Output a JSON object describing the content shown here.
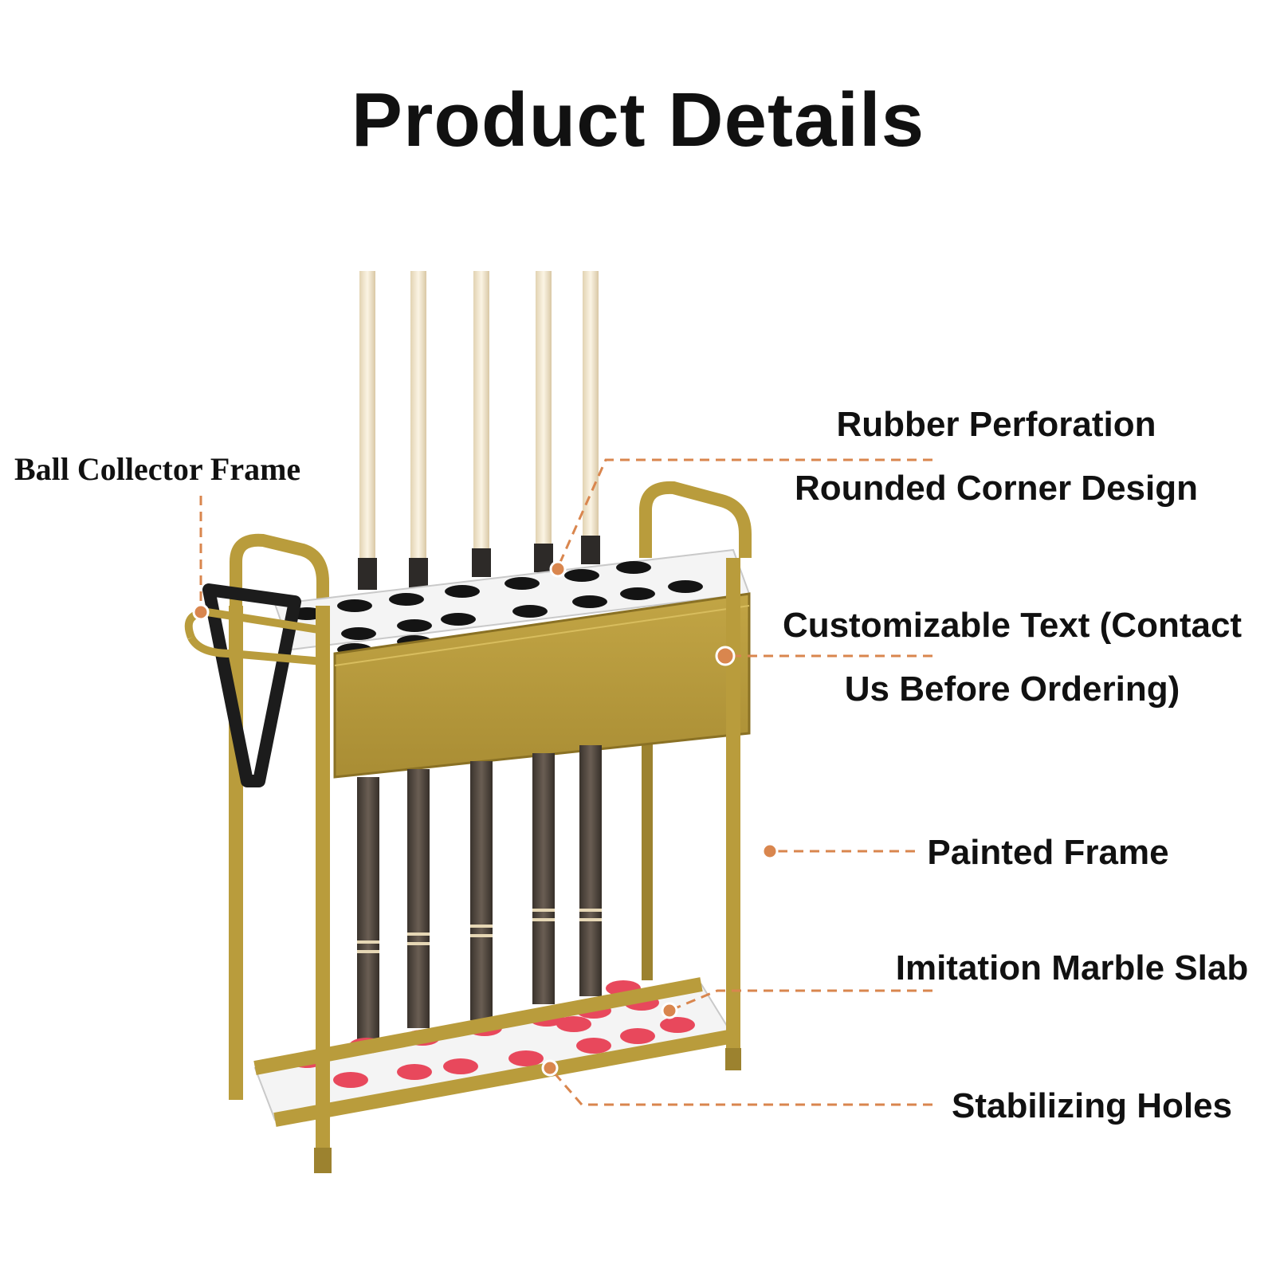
{
  "title": "Product Details",
  "colors": {
    "frame_gold": "#b99c3c",
    "frame_gold_dark": "#8a7124",
    "leader_orange": "#d9864e",
    "stabilizer_red": "#e8485c",
    "cue_light": "#f3e9d3",
    "cue_dark": "#4e453e",
    "marble": "#f4f4f4"
  },
  "callouts": {
    "ball_collector": "Ball Collector Frame",
    "rubber_line1": "Rubber Perforation",
    "rubber_line2": "Rounded Corner Design",
    "custom_line1": "Customizable Text (Contact",
    "custom_line2": "Us Before Ordering)",
    "painted_frame": "Painted Frame",
    "marble_slab": "Imitation Marble Slab",
    "stabilizing_holes": "Stabilizing Holes"
  }
}
